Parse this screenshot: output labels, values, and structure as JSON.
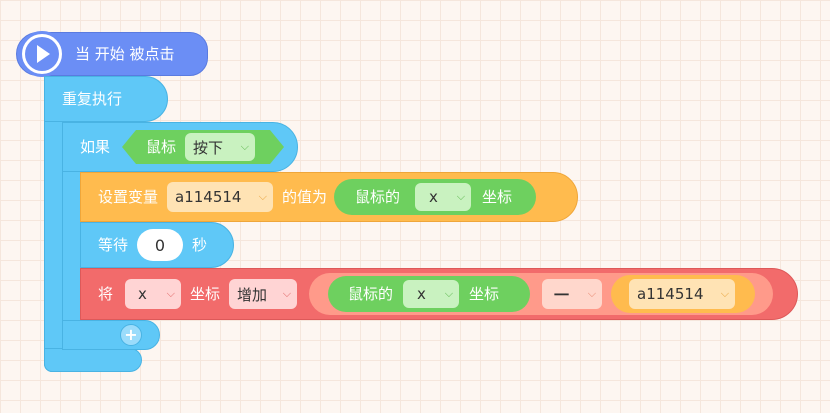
{
  "event": {
    "label": "当 开始 被点击",
    "icon": "play-icon"
  },
  "repeat": {
    "label": "重复执行"
  },
  "if_block": {
    "label": "如果",
    "sensor_label": "鼠标",
    "sensor_option": "按下"
  },
  "set_var": {
    "label": "设置变量",
    "var_name": "a114514",
    "value_label": "的值为",
    "reporter_prefix": "鼠标的",
    "reporter_axis": "x",
    "reporter_suffix": "坐标"
  },
  "wait": {
    "label": "等待",
    "value": "0",
    "unit": "秒"
  },
  "change": {
    "label": "将",
    "axis": "x",
    "coord_label": "坐标",
    "op_label": "增加",
    "reporter_prefix": "鼠标的",
    "reporter_axis": "x",
    "reporter_suffix": "坐标",
    "operator": "一",
    "variable": "a114514"
  },
  "add_button": {
    "label": "+"
  },
  "colors": {
    "event": "#6b8ef5",
    "control": "#5fc8f7",
    "sensing": "#6ed05f",
    "variable": "#ffbb4e",
    "motion": "#f26b6b"
  }
}
